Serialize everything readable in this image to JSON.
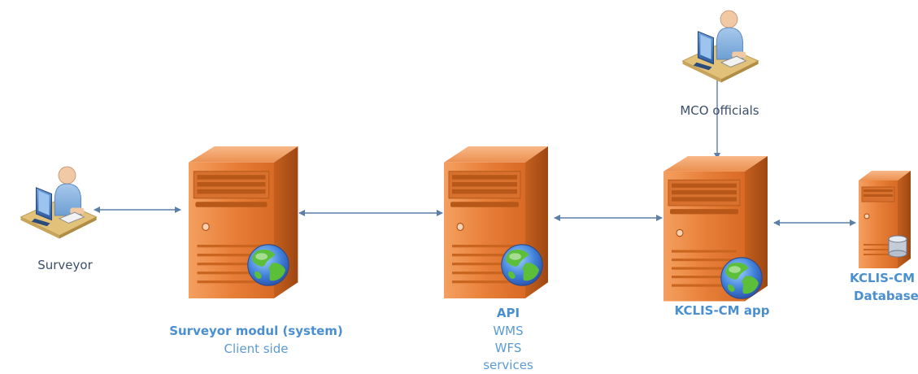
{
  "nodes": {
    "surveyor_user": {
      "icon": "user-at-computer-icon",
      "label": "Surveyor"
    },
    "mco_user": {
      "icon": "user-at-computer-icon",
      "label": "MCO officials"
    },
    "surveyor_module": {
      "icon": "web-server-icon",
      "title": "Surveyor modul (system)",
      "subtitle": "Client side"
    },
    "api": {
      "icon": "web-server-icon",
      "title": "API",
      "lines": [
        "WMS",
        "WFS",
        "services"
      ]
    },
    "app": {
      "icon": "web-server-icon",
      "title": "KCLIS-CM app"
    },
    "database": {
      "icon": "database-server-icon",
      "title_lines": [
        "KCLIS-CM",
        "Database"
      ]
    }
  },
  "colors": {
    "server_body": "#e8803a",
    "server_dark": "#c05a18",
    "connector": "#5a7fa8",
    "label_dark": "#3a4f6b",
    "label_bold": "#4a8fcf",
    "label_light": "#5b9bd5"
  }
}
